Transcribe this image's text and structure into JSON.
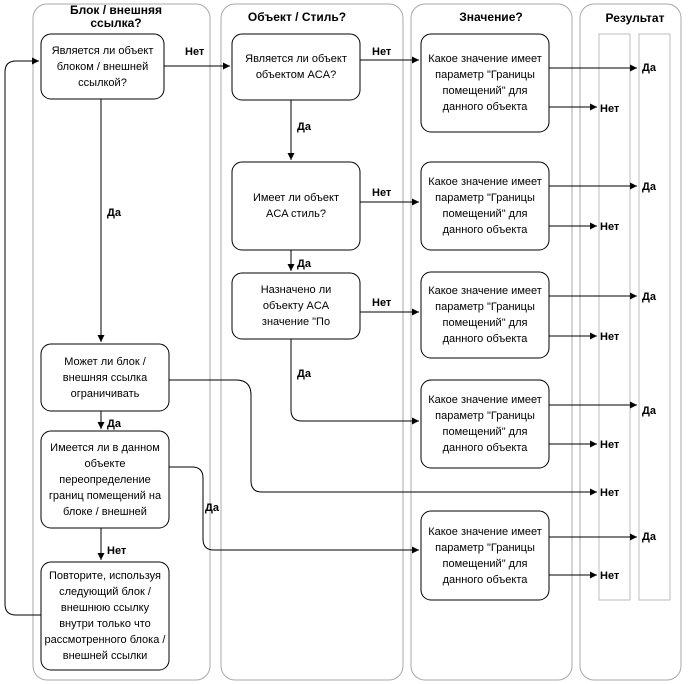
{
  "lanes": {
    "block": "Блок / внешняя ссылка?",
    "object": "Объект / Стиль?",
    "value": "Значение?",
    "result": "Результат"
  },
  "nodes": {
    "q_block": "Является ли объект блоком / внешней ссылкой?",
    "q_aca_object": "Является ли объект объектом ACA?",
    "q_aca_style": "Имеет ли объект ACA стиль?",
    "q_aca_assigned": "Назначено ли объекту ACA значение \"По",
    "q_can_bound": "Может ли блок / внешняя ссылка ограничивать",
    "q_override": "Имеется ли в данном объекте переопределение границ помещений на блоке / внешней",
    "repeat": "Повторите, используя следующий блок / внешнюю ссылку внутри только что рассмотренного блока / внешней ссылки",
    "value_1": "Какое значение имеет параметр \"Границы помещений\" для данного объекта",
    "value_2": "Какое значение имеет параметр \"Границы помещений\" для данного объекта",
    "value_3": "Какое значение имеет параметр \"Границы помещений\" для данного объекта",
    "value_4": "Какое значение имеет параметр \"Границы помещений\" для данного объекта",
    "value_5": "Какое значение имеет параметр \"Границы помещений\" для данного объекта"
  },
  "labels": {
    "yes": "Да",
    "no": "Нет"
  }
}
